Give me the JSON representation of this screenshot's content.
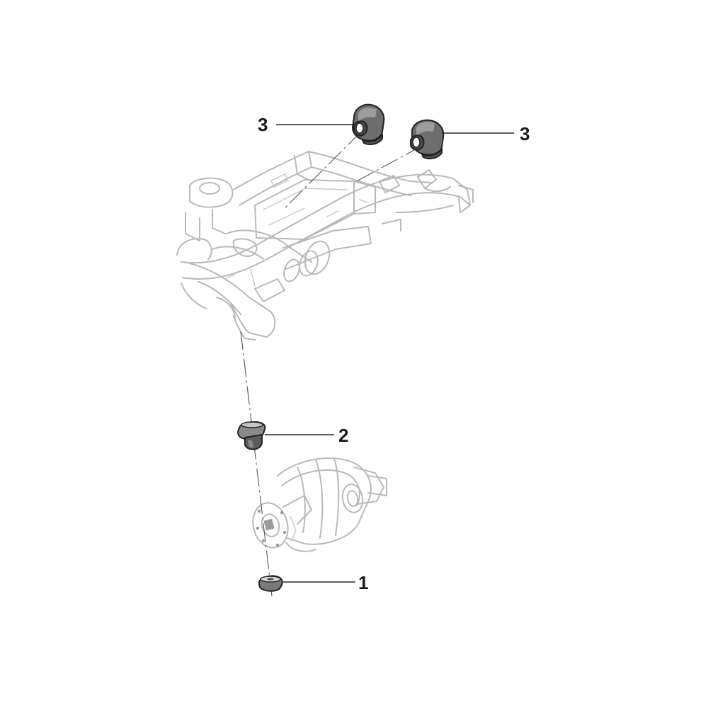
{
  "callouts": [
    {
      "id": "lower-washer",
      "number": "1"
    },
    {
      "id": "differential-bushing",
      "number": "2"
    },
    {
      "id": "left-subframe-bushing",
      "number": "3"
    },
    {
      "id": "right-subframe-bushing",
      "number": "3"
    }
  ]
}
